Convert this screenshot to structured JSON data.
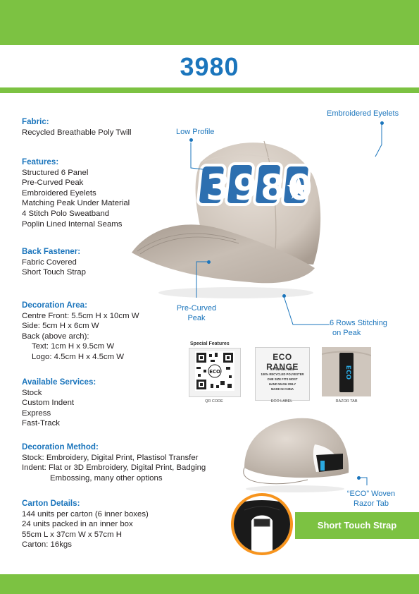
{
  "title": "3980",
  "sections": {
    "fabric": {
      "heading": "Fabric:",
      "lines": [
        "Recycled Breathable Poly Twill"
      ]
    },
    "features": {
      "heading": "Features:",
      "lines": [
        "Structured 6 Panel",
        "Pre-Curved Peak",
        "Embroidered Eyelets",
        "Matching Peak Under Material",
        "4 Stitch Polo Sweatband",
        "Poplin Lined Internal Seams"
      ]
    },
    "back_fastener": {
      "heading": "Back Fastener:",
      "lines": [
        "Fabric Covered",
        "Short Touch Strap"
      ]
    },
    "decoration_area": {
      "heading": "Decoration Area:",
      "lines": [
        "Centre Front: 5.5cm H x 10cm W",
        "Side: 5cm H x 6cm W",
        "Back (above arch):",
        "Text: 1cm H x 9.5cm W",
        "Logo: 4.5cm H x 4.5cm W"
      ]
    },
    "available_services": {
      "heading": "Available Services:",
      "lines": [
        "Stock",
        "Custom Indent",
        "Express",
        "Fast-Track"
      ]
    },
    "decoration_method": {
      "heading": "Decoration Method:",
      "lines": [
        "Stock: Embroidery, Digital Print, Plastisol Transfer",
        "Indent: Flat or 3D Embroidery, Digital Print, Badging",
        "Embossing, many other options"
      ]
    },
    "carton_details": {
      "heading": "Carton Details:",
      "lines": [
        "144 units per carton (6 inner boxes)",
        "24 units packed in an inner box",
        "55cm L x 37cm W x 57cm H",
        "Carton: 16kgs"
      ]
    }
  },
  "callouts": {
    "low_profile": "Low Profile",
    "embroidered_eyelets": "Embroidered Eyelets",
    "pre_curved_peak": [
      "Pre-Curved",
      "Peak"
    ],
    "six_rows": [
      "6 Rows Stitching",
      "on Peak"
    ],
    "eco_woven": [
      "“ECO” Woven",
      "Razor Tab"
    ]
  },
  "special_features": {
    "title": "Special Features",
    "qr_caption": "QR CODE",
    "eco_label_caption": "ECO LABEL",
    "razor_tab_caption": "RAZOR TAB",
    "label_logo": "ECO RANGE",
    "label_lines": [
      "STYLE NO.: 3980",
      "100% RECYCLED POLYESTER",
      "ONE SIZE FITS MOST",
      "HAND WASH ONLY",
      "MADE IN CHINA"
    ],
    "tab_text": "ECO"
  },
  "embroidery_text": "3980",
  "strap_bar_label": "Short Touch Strap",
  "colors": {
    "brand_green": "#7cc242",
    "brand_blue": "#1b75bc",
    "cap_beige": "#d8cfc6"
  }
}
